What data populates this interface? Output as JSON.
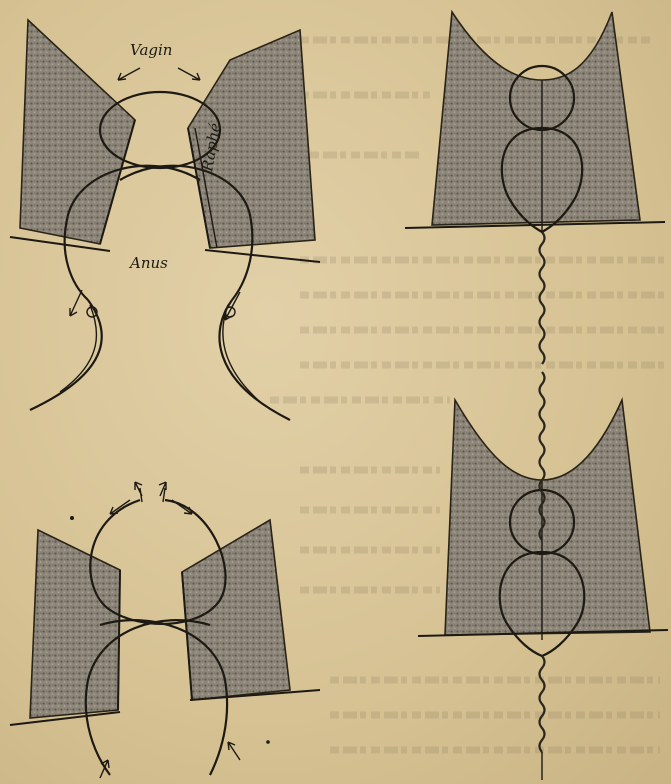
{
  "plate": {
    "background_color": "#d8c49a",
    "ink_color": "#1d1a14",
    "tissue_color": "#8a8377",
    "labels": {
      "vagin": "Vagin",
      "raphe": "Raphé",
      "anus": "Anus"
    },
    "figures": [
      {
        "id": "fig-top-left",
        "label_keys": [
          "vagin",
          "raphe",
          "anus"
        ]
      },
      {
        "id": "fig-top-right"
      },
      {
        "id": "fig-bottom-left"
      },
      {
        "id": "fig-bottom-right"
      }
    ]
  }
}
